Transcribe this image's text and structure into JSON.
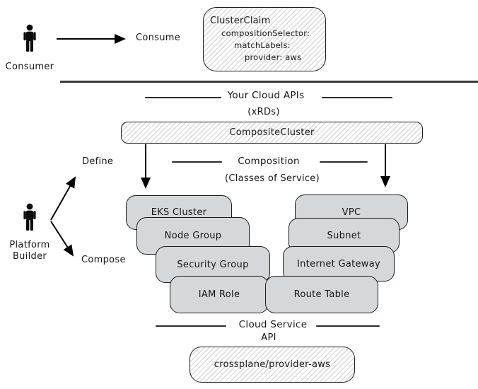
{
  "colors": {
    "stack_box_fill": "#d4d8db",
    "box_border": "#1c1c1c",
    "hatch_line": "#d9d9d9",
    "divider": "#3a3a3a",
    "text": "#161616"
  },
  "consumer": {
    "label": "Consumer",
    "action": "Consume"
  },
  "platform_builder": {
    "label_lines": [
      "Platform",
      "Builder"
    ],
    "define_action": "Define",
    "compose_action": "Compose"
  },
  "cluster_claim": {
    "title": "ClusterClaim",
    "yaml_lines": [
      "compositionSelector:",
      "matchLabels:",
      "provider: aws"
    ]
  },
  "your_cloud_apis": {
    "heading": "Your Cloud APIs",
    "subheading": "(xRDs)"
  },
  "composite_bar": {
    "label": "CompositeCluster"
  },
  "composition": {
    "heading": "Composition",
    "subheading": "(Classes of Service)"
  },
  "left_stack": [
    "EKS Cluster",
    "Node Group",
    "Security Group",
    "IAM Role"
  ],
  "right_stack": [
    "VPC",
    "Subnet",
    "Internet Gateway",
    "Route Table"
  ],
  "cloud_service": {
    "heading": "Cloud Service",
    "subheading": "API"
  },
  "provider_box": {
    "label": "crossplane/provider-aws"
  }
}
